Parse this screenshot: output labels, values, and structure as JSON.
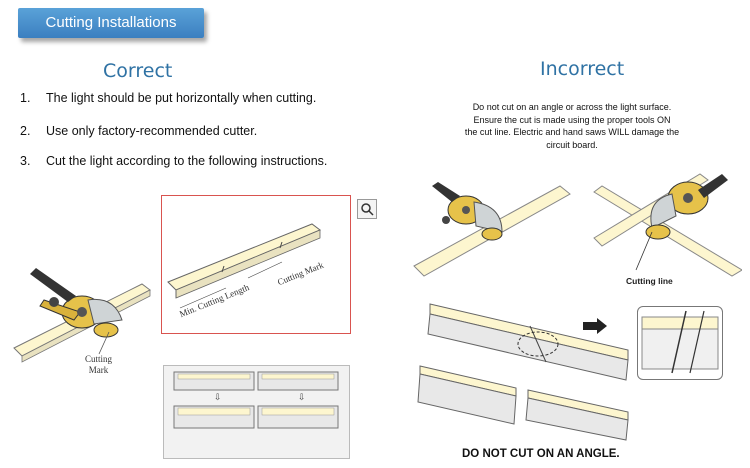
{
  "header": {
    "title": "Cutting Installations"
  },
  "correct": {
    "heading": "Correct",
    "instructions": [
      {
        "num": "1.",
        "text": "The light should be put horizontally when cutting."
      },
      {
        "num": "2.",
        "text": "Use only factory-recommended cutter."
      },
      {
        "num": "3.",
        "text": "Cut the light according to the following instructions."
      }
    ],
    "labels": {
      "cutting_mark": "Cutting Mark",
      "cutting_mark_line1": "Cutting",
      "cutting_mark_line2": "Mark",
      "min_cutting_length": "Min. Cutting Length"
    }
  },
  "incorrect": {
    "heading": "Incorrect",
    "warning_lines": [
      "Do not cut on an angle or across the light surface.",
      "Ensure the cut is made using the proper tools ON",
      "the cut line. Electric and hand saws WILL damage the",
      "circuit board."
    ],
    "cutting_line_label": "Cutting line",
    "bottom_warning": "DO NOT CUT ON AN ANGLE."
  },
  "colors": {
    "header_blue": "#3b7fc0",
    "heading_blue": "#2f72a4",
    "cutter_yellow": "#e6c24a",
    "strip_cream": "#fdf6cf",
    "frame_red": "#d9534f"
  }
}
